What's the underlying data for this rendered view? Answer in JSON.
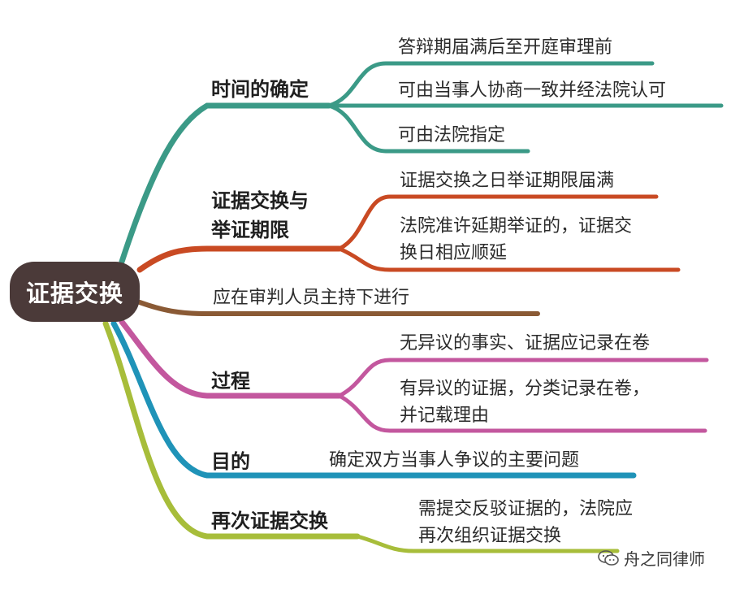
{
  "root": {
    "label": "证据交换"
  },
  "branches": [
    {
      "label": "时间的确定",
      "color": "#3b9a87",
      "leaves": [
        "答辩期届满后至开庭审理前",
        "可由当事人协商一致并经法院认可",
        "可由法院指定"
      ]
    },
    {
      "label_lines": [
        "证据交换与",
        "举证期限"
      ],
      "color": "#c94a23",
      "leaves": [
        [
          "证据交换之日举证期限届满"
        ],
        [
          "法院准许延期举证的，证据交",
          "换日相应顺延"
        ]
      ]
    },
    {
      "label": "",
      "color": "#8a5a35",
      "leaves": [
        "应在审判人员主持下进行"
      ]
    },
    {
      "label": "过程",
      "color": "#c3579e",
      "leaves": [
        [
          "无异议的事实、证据应记录在卷"
        ],
        [
          "有异议的证据，分类记录在卷，",
          "并记载理由"
        ]
      ]
    },
    {
      "label": "目的",
      "color": "#1f93b8",
      "leaves": [
        "确定双方当事人争议的主要问题"
      ]
    },
    {
      "label": "再次证据交换",
      "color": "#a7bd3a",
      "leaves": [
        [
          "需提交反驳证据的，法院应",
          "再次组织证据交换"
        ]
      ]
    }
  ],
  "watermark": {
    "text": "舟之同律师",
    "icon": "wechat-icon"
  }
}
